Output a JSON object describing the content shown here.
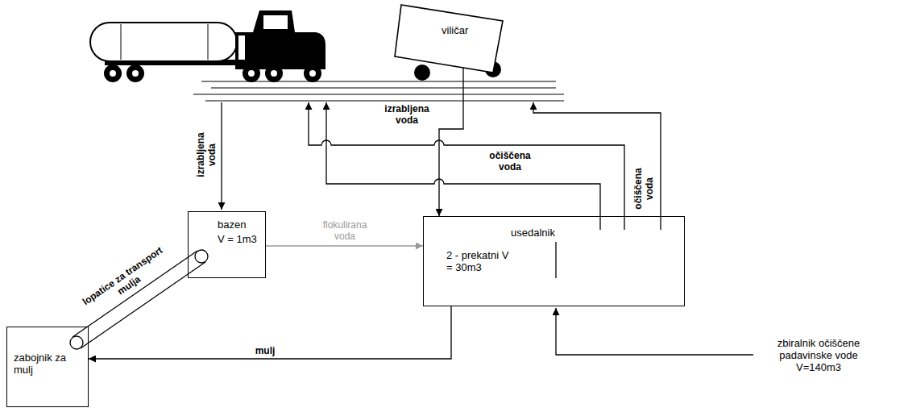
{
  "diagram": {
    "nodes": [
      {
        "text": [
          "viličar"
        ]
      },
      {
        "text": [
          "bazen",
          "V = 1m3"
        ]
      },
      {
        "text": [
          "usedalnik",
          "2 - prekatni V = 30m3"
        ]
      },
      {
        "text": [
          "zabojnik za mulj"
        ]
      }
    ],
    "edges": [
      {
        "from": 0,
        "to": 2,
        "arrow": "to",
        "label": "izrabljena voda"
      },
      {
        "from": 1,
        "to": 2,
        "arrow": "to",
        "label": "flokulirana voda"
      },
      {
        "from": 2,
        "to": 3,
        "arrow": "to",
        "label": "mulj"
      }
    ],
    "labels": [
      "izrabljena voda",
      "očiščena voda",
      "očiščena voda",
      "lopatice za transport mulja",
      "zbiralnik očiščene padavinske vode V=140m3"
    ]
  }
}
